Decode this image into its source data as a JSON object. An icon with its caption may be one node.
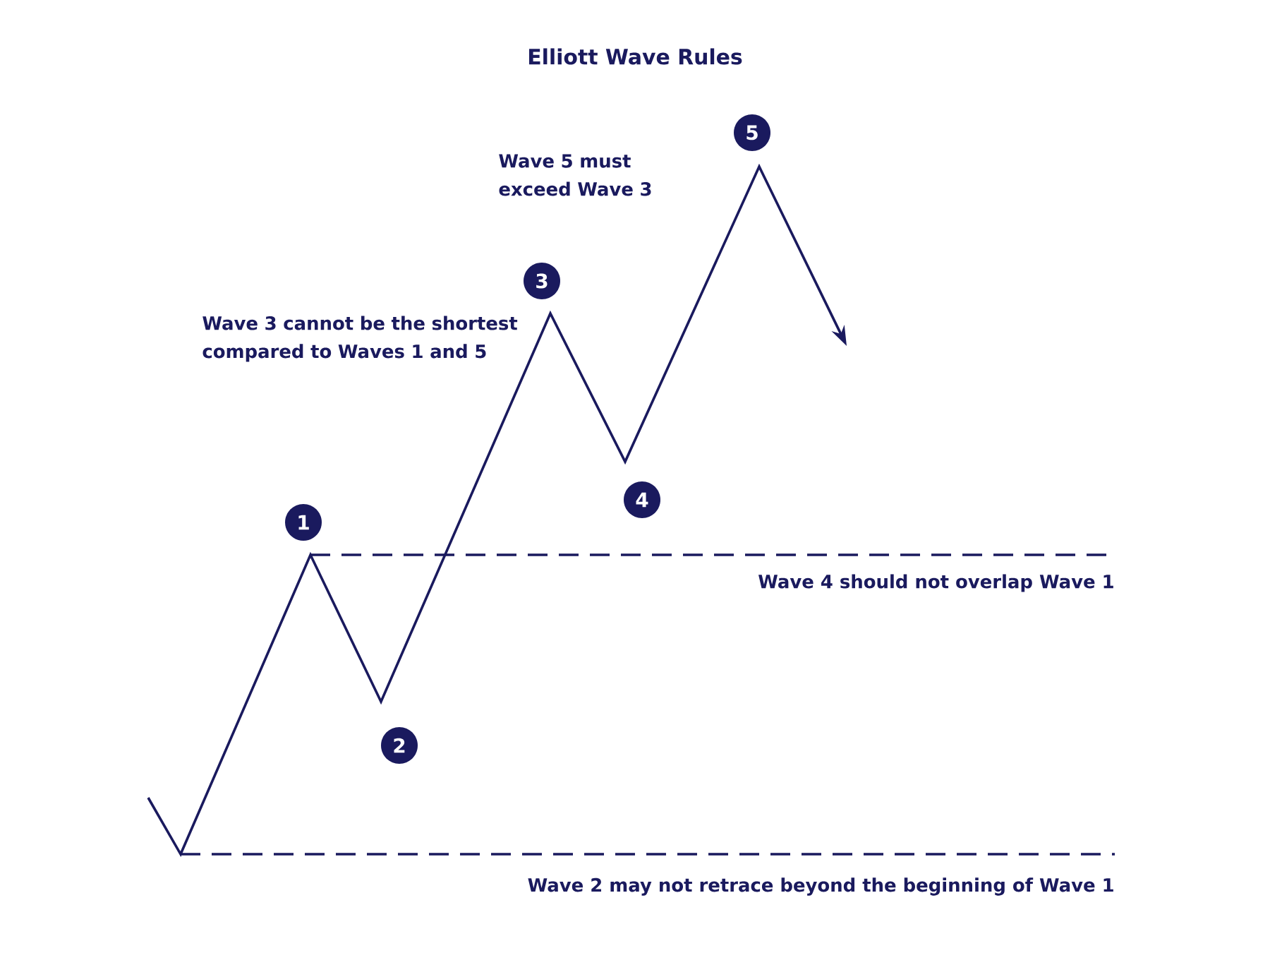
{
  "diagram": {
    "title": "Elliott Wave Rules",
    "nodes": [
      {
        "text": [
          "5"
        ]
      },
      {
        "text": [
          "3"
        ]
      },
      {
        "text": [
          "4"
        ]
      },
      {
        "text": [
          "1"
        ]
      },
      {
        "text": [
          "2"
        ]
      }
    ],
    "labels": [
      "Wave 5 must exceed Wave 3",
      "Wave 3 cannot be the shortest compared to Waves 1 and 5",
      "Wave 4 should not overlap Wave 1",
      "Wave 2 may not retrace beyond the beginning of Wave 1"
    ]
  }
}
